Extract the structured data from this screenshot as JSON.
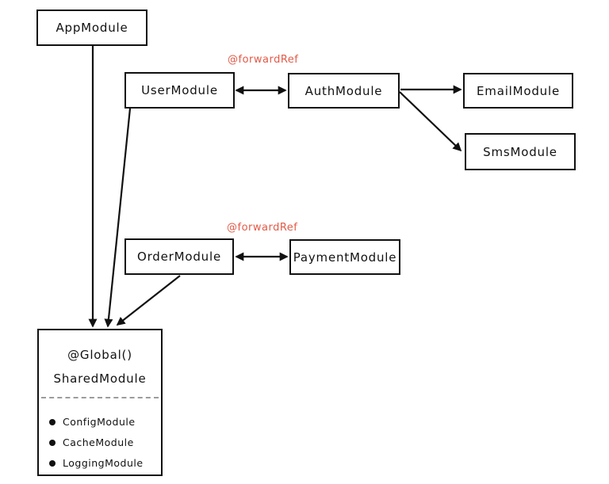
{
  "diagram": {
    "colors": {
      "stroke": "#111111",
      "annotation": "#e25a47",
      "divider": "#9c9c9c",
      "background": "#ffffff"
    },
    "nodes": {
      "app": {
        "label": "AppModule"
      },
      "user": {
        "label": "UserModule"
      },
      "auth": {
        "label": "AuthModule"
      },
      "email": {
        "label": "EmailModule"
      },
      "sms": {
        "label": "SmsModule"
      },
      "order": {
        "label": "OrderModule"
      },
      "payment": {
        "label": "PaymentModule"
      },
      "shared": {
        "decorator": "@Global()",
        "label": "SharedModule",
        "items": [
          {
            "label": "ConfigModule"
          },
          {
            "label": "CacheModule"
          },
          {
            "label": "LoggingModule"
          }
        ]
      }
    },
    "edges": [
      {
        "from": "AppModule",
        "to": "SharedModule",
        "bidirectional": false
      },
      {
        "from": "UserModule",
        "to": "SharedModule",
        "bidirectional": false
      },
      {
        "from": "OrderModule",
        "to": "SharedModule",
        "bidirectional": false
      },
      {
        "from": "UserModule",
        "to": "AuthModule",
        "bidirectional": true,
        "annotation": "@forwardRef"
      },
      {
        "from": "AuthModule",
        "to": "EmailModule",
        "bidirectional": false
      },
      {
        "from": "AuthModule",
        "to": "SmsModule",
        "bidirectional": false
      },
      {
        "from": "OrderModule",
        "to": "PaymentModule",
        "bidirectional": true,
        "annotation": "@forwardRef"
      }
    ]
  }
}
